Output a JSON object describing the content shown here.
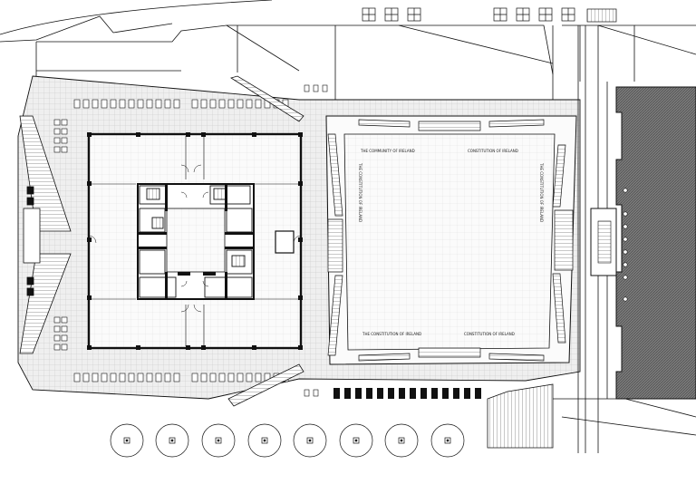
{
  "drawing": {
    "type": "architectural site plan",
    "line_color": "#111111",
    "paving_color": "#ededed",
    "hatch_color": "#555555",
    "background": "#ffffff"
  },
  "square_inscriptions": {
    "north_left": "THE COMMUNITY OF IRELAND",
    "north_right": "CONSTITUTION OF IRELAND",
    "east": "THE CONSTITUTION OF IRELAND",
    "west": "THE CONSTITUTION OF IRELAND",
    "south_left": "THE CONSTITUTION OF IRELAND",
    "south_right": "CONSTITUTION OF IRELAND"
  }
}
